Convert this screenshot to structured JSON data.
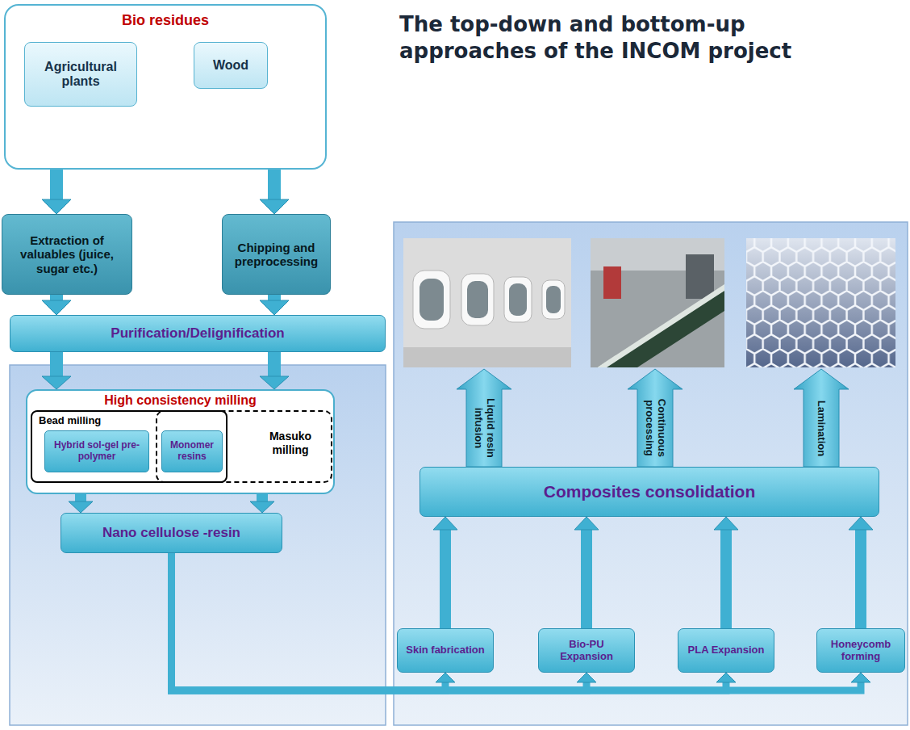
{
  "diagram": {
    "title": "The top-down and bottom-up approaches of the INCOM project",
    "nodes": [
      {
        "text": [
          "Bio residues"
        ]
      },
      {
        "text": [
          "Agricultural plants"
        ],
        "in": 0
      },
      {
        "text": [
          "Wood"
        ],
        "in": 0
      },
      {
        "text": [
          "Extraction of valuables (juice, sugar etc.)"
        ]
      },
      {
        "text": [
          "Chipping and preprocessing"
        ]
      },
      {
        "text": [
          "Purification/Delignification"
        ]
      },
      {
        "text": [
          "High consistency milling"
        ]
      },
      {
        "text": [
          "Bead milling"
        ],
        "in": 6
      },
      {
        "text": [
          "Hybrid sol-gel pre-polymer"
        ],
        "in": 7
      },
      {
        "text": [
          "Monomer resins"
        ],
        "in": 7
      },
      {
        "text": [
          "Masuko milling"
        ],
        "in": 6
      },
      {
        "text": [
          "Nano cellulose -resin"
        ]
      },
      {
        "text": [
          "Composites consolidation"
        ]
      },
      {
        "text": [
          "Skin fabrication"
        ]
      },
      {
        "text": [
          "Bio-PU Expansion"
        ]
      },
      {
        "text": [
          "PLA Expansion"
        ]
      },
      {
        "text": [
          "Honeycomb forming"
        ]
      }
    ],
    "edges": [
      {
        "from": 0,
        "to": 3,
        "arrow": "to"
      },
      {
        "from": 0,
        "to": 4,
        "arrow": "to"
      },
      {
        "from": 3,
        "to": 5,
        "arrow": "to"
      },
      {
        "from": 4,
        "to": 5,
        "arrow": "to"
      },
      {
        "from": 5,
        "to": 6,
        "arrow": "to"
      },
      {
        "from": 5,
        "to": 6,
        "arrow": "to"
      },
      {
        "from": 6,
        "to": 11,
        "arrow": "to"
      },
      {
        "from": 6,
        "to": 11,
        "arrow": "to"
      },
      {
        "from": 11,
        "to": 13,
        "arrow": "to"
      },
      {
        "from": 11,
        "to": 14,
        "arrow": "to"
      },
      {
        "from": 11,
        "to": 15,
        "arrow": "to"
      },
      {
        "from": 11,
        "to": 16,
        "arrow": "to"
      },
      {
        "from": 13,
        "to": 12,
        "arrow": "to"
      },
      {
        "from": 14,
        "to": 12,
        "arrow": "to"
      },
      {
        "from": 15,
        "to": 12,
        "arrow": "to"
      },
      {
        "from": 16,
        "to": 12,
        "arrow": "to"
      }
    ],
    "labels": [
      "Liquid resin infusion",
      "Continuous processing",
      "Lamination"
    ]
  }
}
